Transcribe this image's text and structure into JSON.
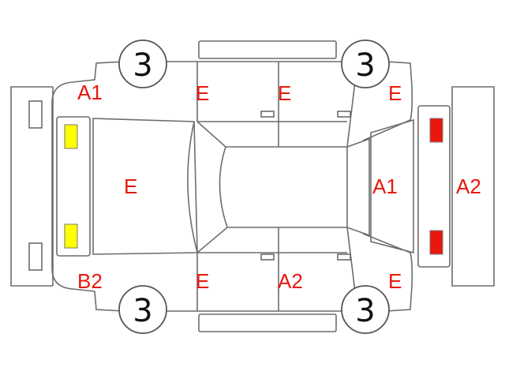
{
  "wheels": {
    "front_left": "3",
    "front_right": "3",
    "rear_left": "3",
    "rear_right": "3"
  },
  "labels": {
    "top_left": "A1",
    "top_front_fender": "E",
    "top_front_door": "E",
    "top_rear_fender": "E",
    "hood": "E",
    "roof_rear": "A1",
    "rear_panel": "A2",
    "bottom_left": "B2",
    "bottom_front_fender": "E",
    "bottom_door": "A2",
    "bottom_rear_fender": "E"
  },
  "colors": {
    "label_red": "#e8180c",
    "front_lamp_yellow": "#ffff00",
    "rear_lamp_red": "#e8180c",
    "outline_gray": "#6d6d6d"
  }
}
